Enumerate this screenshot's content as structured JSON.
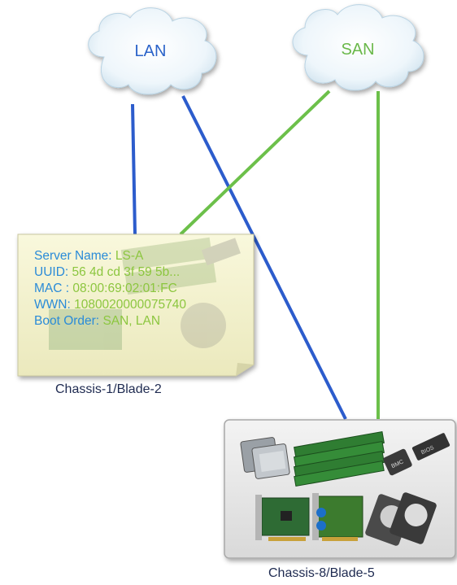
{
  "clouds": {
    "lan": {
      "label": "LAN",
      "color": "#2b63c9"
    },
    "san": {
      "label": "SAN",
      "color": "#6ab84a"
    }
  },
  "service_profile": {
    "lines": [
      {
        "key": "Server Name: ",
        "value": "LS-A"
      },
      {
        "key": "UUID: ",
        "value": "56 4d cd 3f 59 5b..."
      },
      {
        "key": "MAC : ",
        "value": "08:00:69:02:01:FC"
      },
      {
        "key": "WWN: ",
        "value": "1080020000075740"
      },
      {
        "key": "Boot Order: ",
        "value": "SAN, LAN"
      }
    ],
    "key_color": "#2a8bd8",
    "value_color": "#8cc63f"
  },
  "blades": {
    "blade1_caption": "Chassis-1/Blade-2",
    "blade2_caption": "Chassis-8/Blade-5"
  },
  "link_colors": {
    "lan": "#2c5ccc",
    "san": "#6cc04a"
  }
}
